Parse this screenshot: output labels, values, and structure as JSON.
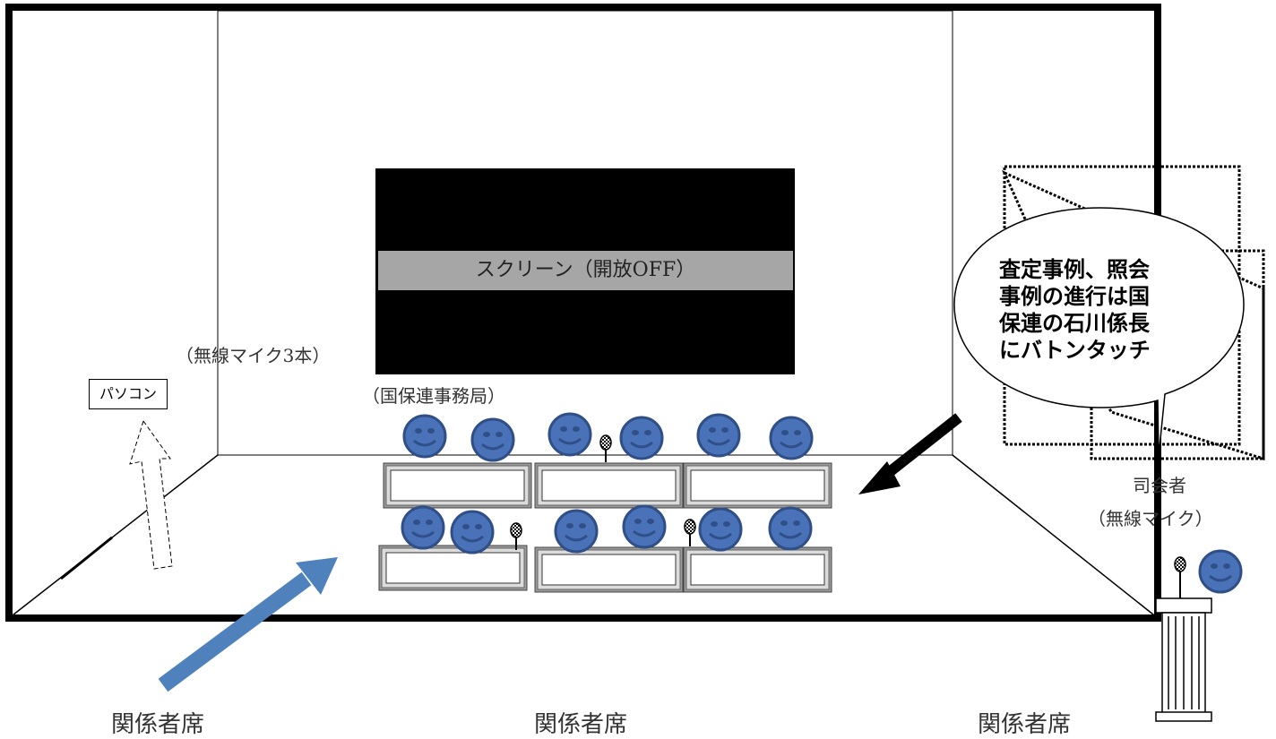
{
  "labels": {
    "mic3": "（無線マイク3本）",
    "pc": "パソコン",
    "secretariat": "（国保連事務局）",
    "screen": "スクリーン（開放OFF）",
    "bubble": [
      "査定事例、照会",
      "事例の進行は国",
      "保連の石川係長",
      "にバトンタッチ"
    ],
    "mc": "司会者",
    "mc_mic": "（無線マイク）",
    "seats": [
      "関係者席",
      "関係者席",
      "関係者席"
    ]
  },
  "colors": {
    "face": "#4a72b8",
    "face_outline": "#2f4f86",
    "arrow_blue": "#4f81bd",
    "arrow_black": "#000000",
    "screen": "#000000",
    "screen_bar": "#a6a6a6"
  }
}
